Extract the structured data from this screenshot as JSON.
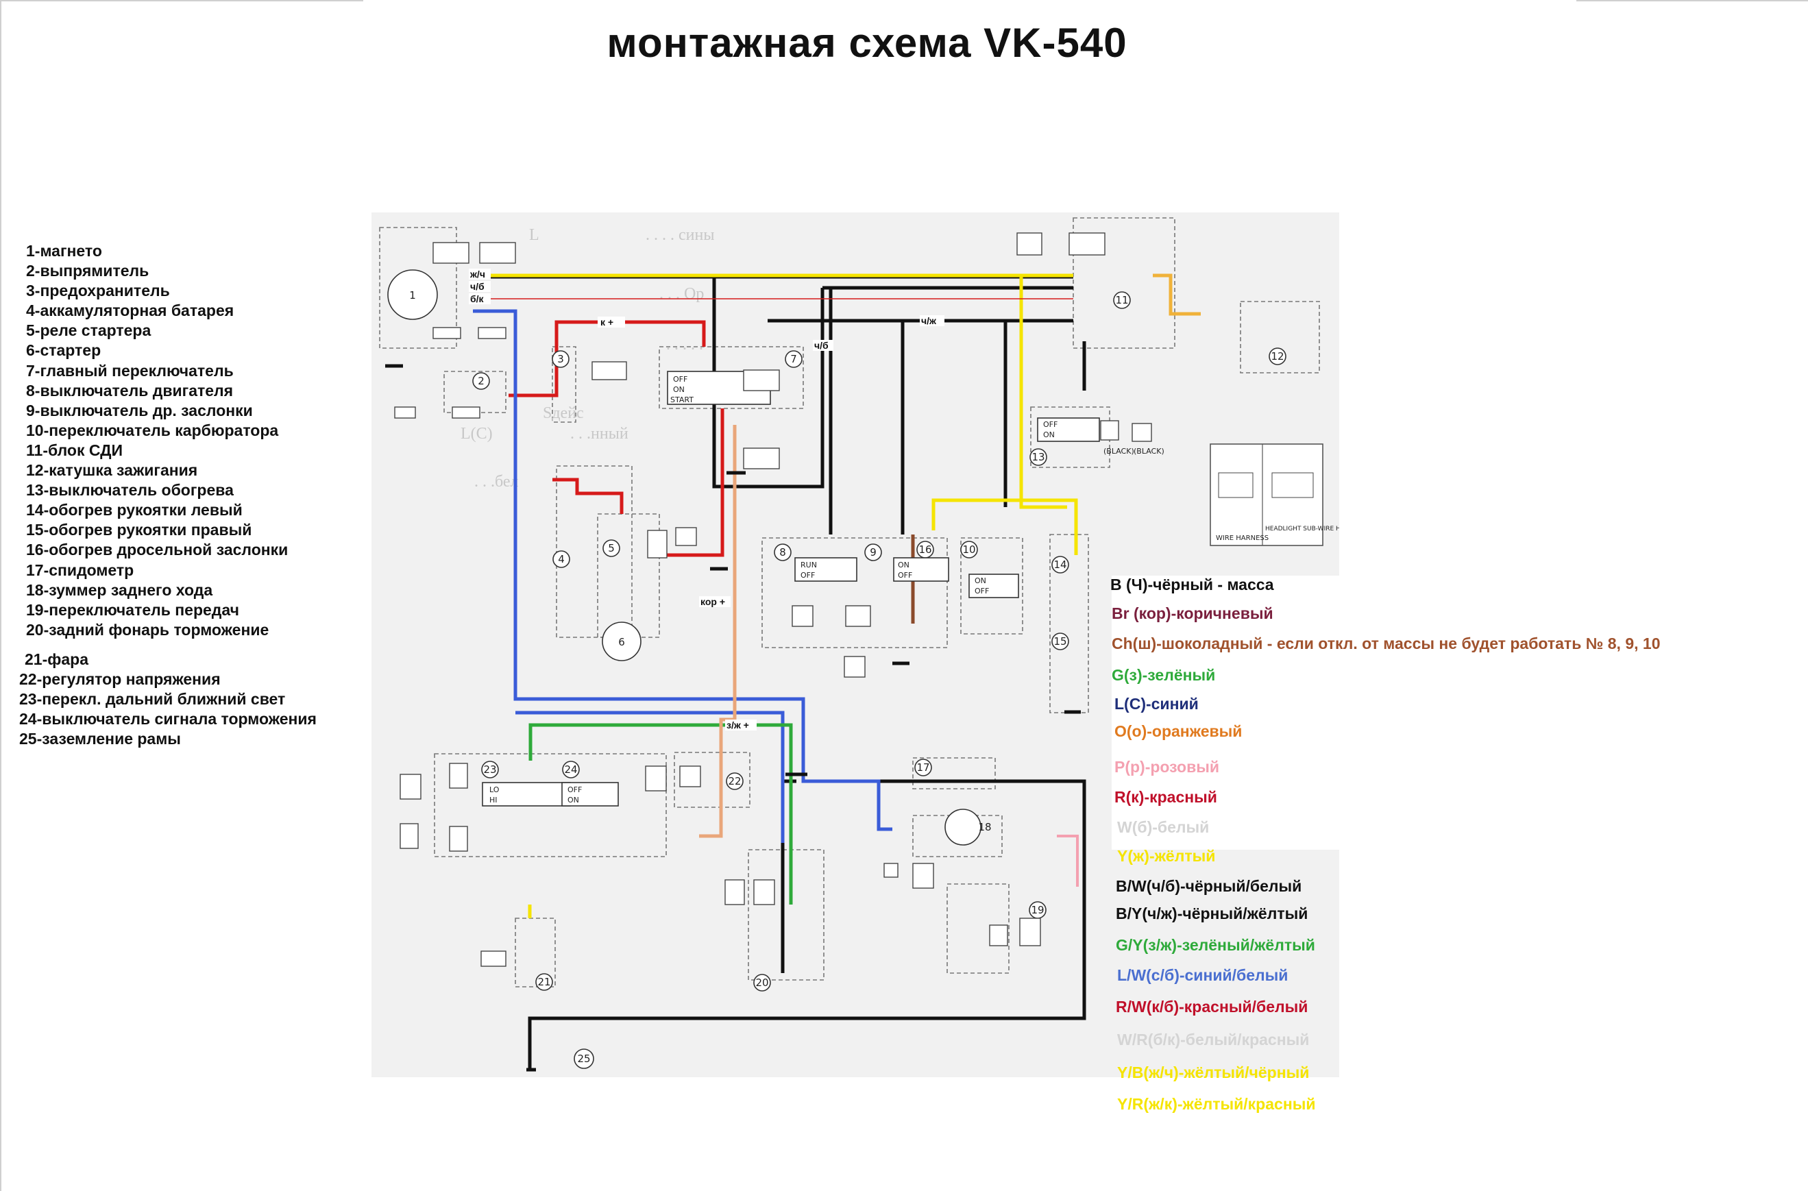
{
  "title": "монтажная схема VK-540",
  "parts": [
    "1-магнето",
    "2-выпрямитель",
    "3-предохранитель",
    "4-аккамуляторная батарея",
    "5-реле стартера",
    "6-стартер",
    "7-главный переключатель",
    "8-выключатель двигателя",
    "9-выключатель др. заслонки",
    "10-переключатель карбюратора",
    "11-блок СДИ",
    "12-катушка зажигания",
    "13-выключатель обогрева",
    "14-обогрев рукоятки левый",
    "15-обогрев рукоятки правый",
    "16-обогрев дросельной заслонки",
    "17-спидометр",
    "18-зуммер заднего хода",
    "19-переключатель передач",
    "20-задний фонарь торможение"
  ],
  "parts2": [
    "21-фара",
    "22-регулятор напряжения",
    "23-перекл. дальний ближний свет",
    "24-выключатель сигнала торможения",
    "25-заземление рамы"
  ],
  "legend": [
    {
      "text": "B (Ч)-чёрный    -       масса",
      "color": "#111111"
    },
    {
      "text": "Br (кор)-коричневый",
      "color": "#7a1f3d"
    },
    {
      "text": "Ch(ш)-шоколадный  - если откл. от массы не будет работать № 8, 9, 10",
      "color": "#a0522d"
    },
    {
      "text": "G(з)-зелёный",
      "color": "#2eaa3a"
    },
    {
      "text": "L(C)-синий",
      "color": "#1f2f7a"
    },
    {
      "text": "O(o)-оранжевый",
      "color": "#e07a1f"
    },
    {
      "text": "P(р)-розовый",
      "color": "#f4a0b0"
    },
    {
      "text": "R(к)-красный",
      "color": "#c0102a"
    },
    {
      "text": "W(б)-белый",
      "color": "#d4d4d4"
    },
    {
      "text": "Y(ж)-жёлтый",
      "color": "#f5e400"
    },
    {
      "text": "B/W(ч/б)-чёрный/белый",
      "color": "#111111"
    },
    {
      "text": "B/Y(ч/ж)-чёрный/жёлтый",
      "color": "#111111"
    },
    {
      "text": "G/Y(з/ж)-зелёный/жёлтый",
      "color": "#2eaa3a"
    },
    {
      "text": "L/W(с/б)-синий/белый",
      "color": "#4a6fd0"
    },
    {
      "text": "R/W(к/б)-красный/белый",
      "color": "#c0102a"
    },
    {
      "text": "W/R(б/к)-белый/красный",
      "color": "#d4d4d4"
    },
    {
      "text": "Y/B(ж/ч)-жёлтый/чёрный",
      "color": "#f5e400"
    },
    {
      "text": "Y/R(ж/к)-жёлтый/красный",
      "color": "#f5e400"
    }
  ],
  "wire_labels": {
    "yb": "ж/ч",
    "bw": "ч/б",
    "wr": "б/к",
    "kplus": "к +",
    "bw_mid": "ч/б",
    "by": "ч/ж",
    "korplus": "кор +",
    "gy": "з/ж +"
  },
  "switch": {
    "off": "OFF",
    "on": "ON",
    "start": "START",
    "run": "RUN",
    "lo": "LO",
    "hi": "HI"
  },
  "connectors": {
    "black": "(BLACK)",
    "wire_harness": "WIRE HARNESS",
    "headlight": "HEADLIGHT SUB-WIRE HARNESS"
  },
  "components": [
    "1",
    "2",
    "3",
    "4",
    "5",
    "6",
    "7",
    "8",
    "9",
    "10",
    "11",
    "12",
    "13",
    "14",
    "15",
    "16",
    "17",
    "18",
    "19",
    "20",
    "21",
    "22",
    "23",
    "24",
    "25"
  ],
  "colors": {
    "background": "#ffffff",
    "scan": "#f0f0f0",
    "wire_black": "#111111",
    "wire_yellow": "#f5e400",
    "wire_red": "#d61a1a",
    "wire_blue": "#3a5cd8",
    "wire_green": "#2eaa3a",
    "wire_orange": "#f0b23a",
    "wire_tan": "#e9a67a",
    "wire_brown": "#8b4a2b",
    "wire_pink": "#f4a0b0"
  }
}
